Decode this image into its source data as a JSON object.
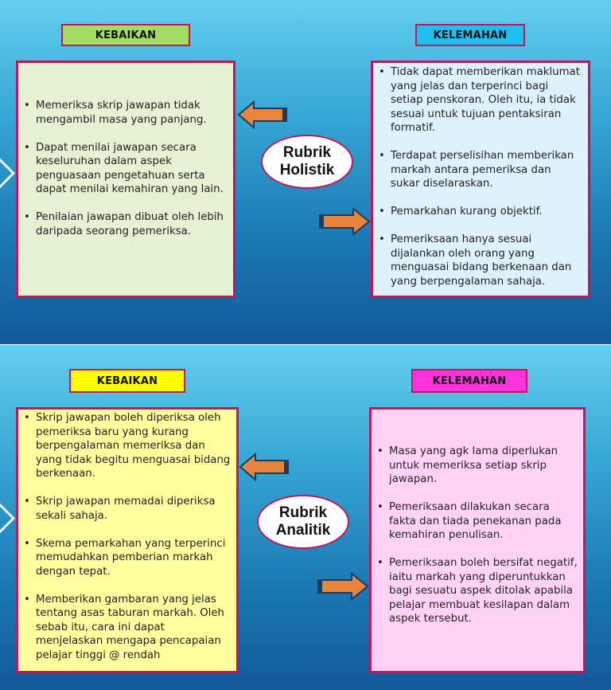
{
  "slide1": {
    "left_header": "KEBAIKAN",
    "right_header": "KELEMAHAN",
    "center_label": [
      "Rubrik",
      "Holistik"
    ],
    "left_items": [
      "Memeriksa skrip jawapan tidak mengambil masa yang panjang.",
      "Dapat menilai jawapan secara keseluruhan dalam aspek penguasaan pengetahuan serta dapat menilai kemahiran yang lain.",
      "Penilaian jawapan dibuat oleh lebih daripada seorang pemeriksa."
    ],
    "right_items": [
      "Tidak dapat memberikan maklumat yang jelas dan terperinci bagi setiap penskoran. Oleh itu, ia tidak sesuai untuk tujuan pentaksiran formatif.",
      "Terdapat perselisihan memberikan markah antara pemeriksa dan sukar diselaraskan.",
      "Pemarkahan kurang objektif.",
      "Pemeriksaan hanya sesuai dijalankan oleh orang yang menguasai bidang berkenaan dan yang berpengalaman sahaja."
    ]
  },
  "slide2": {
    "left_header": "KEBAIKAN",
    "right_header": "KELEMAHAN",
    "center_label": [
      "Rubrik",
      "Analitik"
    ],
    "left_items": [
      "Skrip jawapan boleh diperiksa oleh pemeriksa baru yang kurang berpengalaman memeriksa dan yang tidak begitu menguasai bidang berkenaan.",
      "Skrip jawapan memadai diperiksa sekali sahaja.",
      "Skema pemarkahan yang terperinci memudahkan pemberian markah dengan tepat.",
      "Memberikan gambaran yang jelas tentang asas taburan markah. Oleh sebab itu, cara ini dapat menjelaskan mengapa pencapaian pelajar tinggi @ rendah"
    ],
    "right_items": [
      "Masa yang agk lama diperlukan untuk memeriksa setiap skrip jawapan.",
      "Pemeriksaan dilakukan secara fakta dan tiada penekanan pada kemahiran penulisan.",
      "Pemeriksaan boleh bersifat negatif, iaitu markah yang diperuntukkan bagi sesuatu aspek ditolak apabila pelajar membuat kesilapan dalam aspek tersebut."
    ]
  },
  "colors": {
    "kebaikan1_header": "#a3dd66",
    "kelemahan1_header": "#1ec0f0",
    "kebaikan1_box": "#e6f0d3",
    "kelemahan1_box": "#ddf2fa",
    "kebaikan2_header": "#ffff00",
    "kelemahan2_header": "#ff33dd",
    "kebaikan2_box": "#ffffa0",
    "kelemahan2_box": "#ffd2f6",
    "border": "#c2185b",
    "arrow": "#e8843c"
  }
}
